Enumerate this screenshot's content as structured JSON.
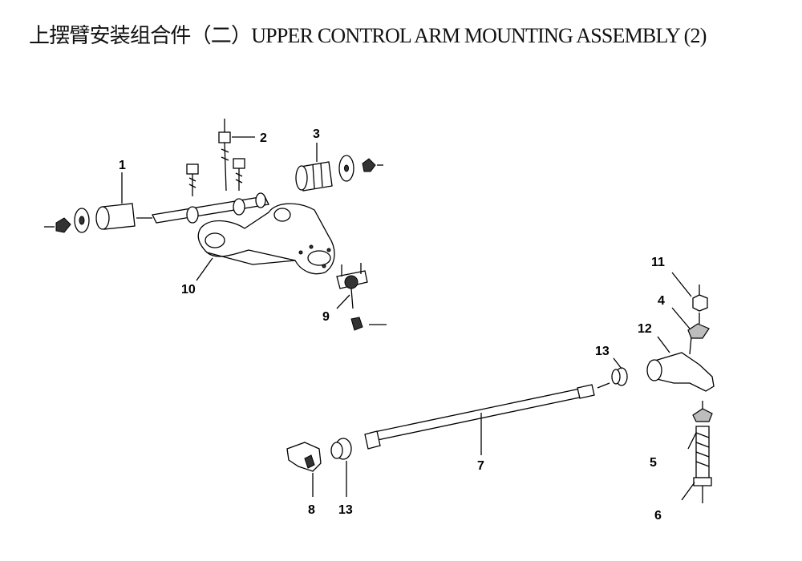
{
  "title": "上摆臂安装组合件（二）UPPER CONTROL ARM MOUNTING ASSEMBLY (2)",
  "callouts": {
    "c1": "1",
    "c2": "2",
    "c3": "3",
    "c4": "4",
    "c5": "5",
    "c6": "6",
    "c7": "7",
    "c8": "8",
    "c9": "9",
    "c10": "10",
    "c11": "11",
    "c12": "12",
    "c13a": "13",
    "c13b": "13"
  }
}
